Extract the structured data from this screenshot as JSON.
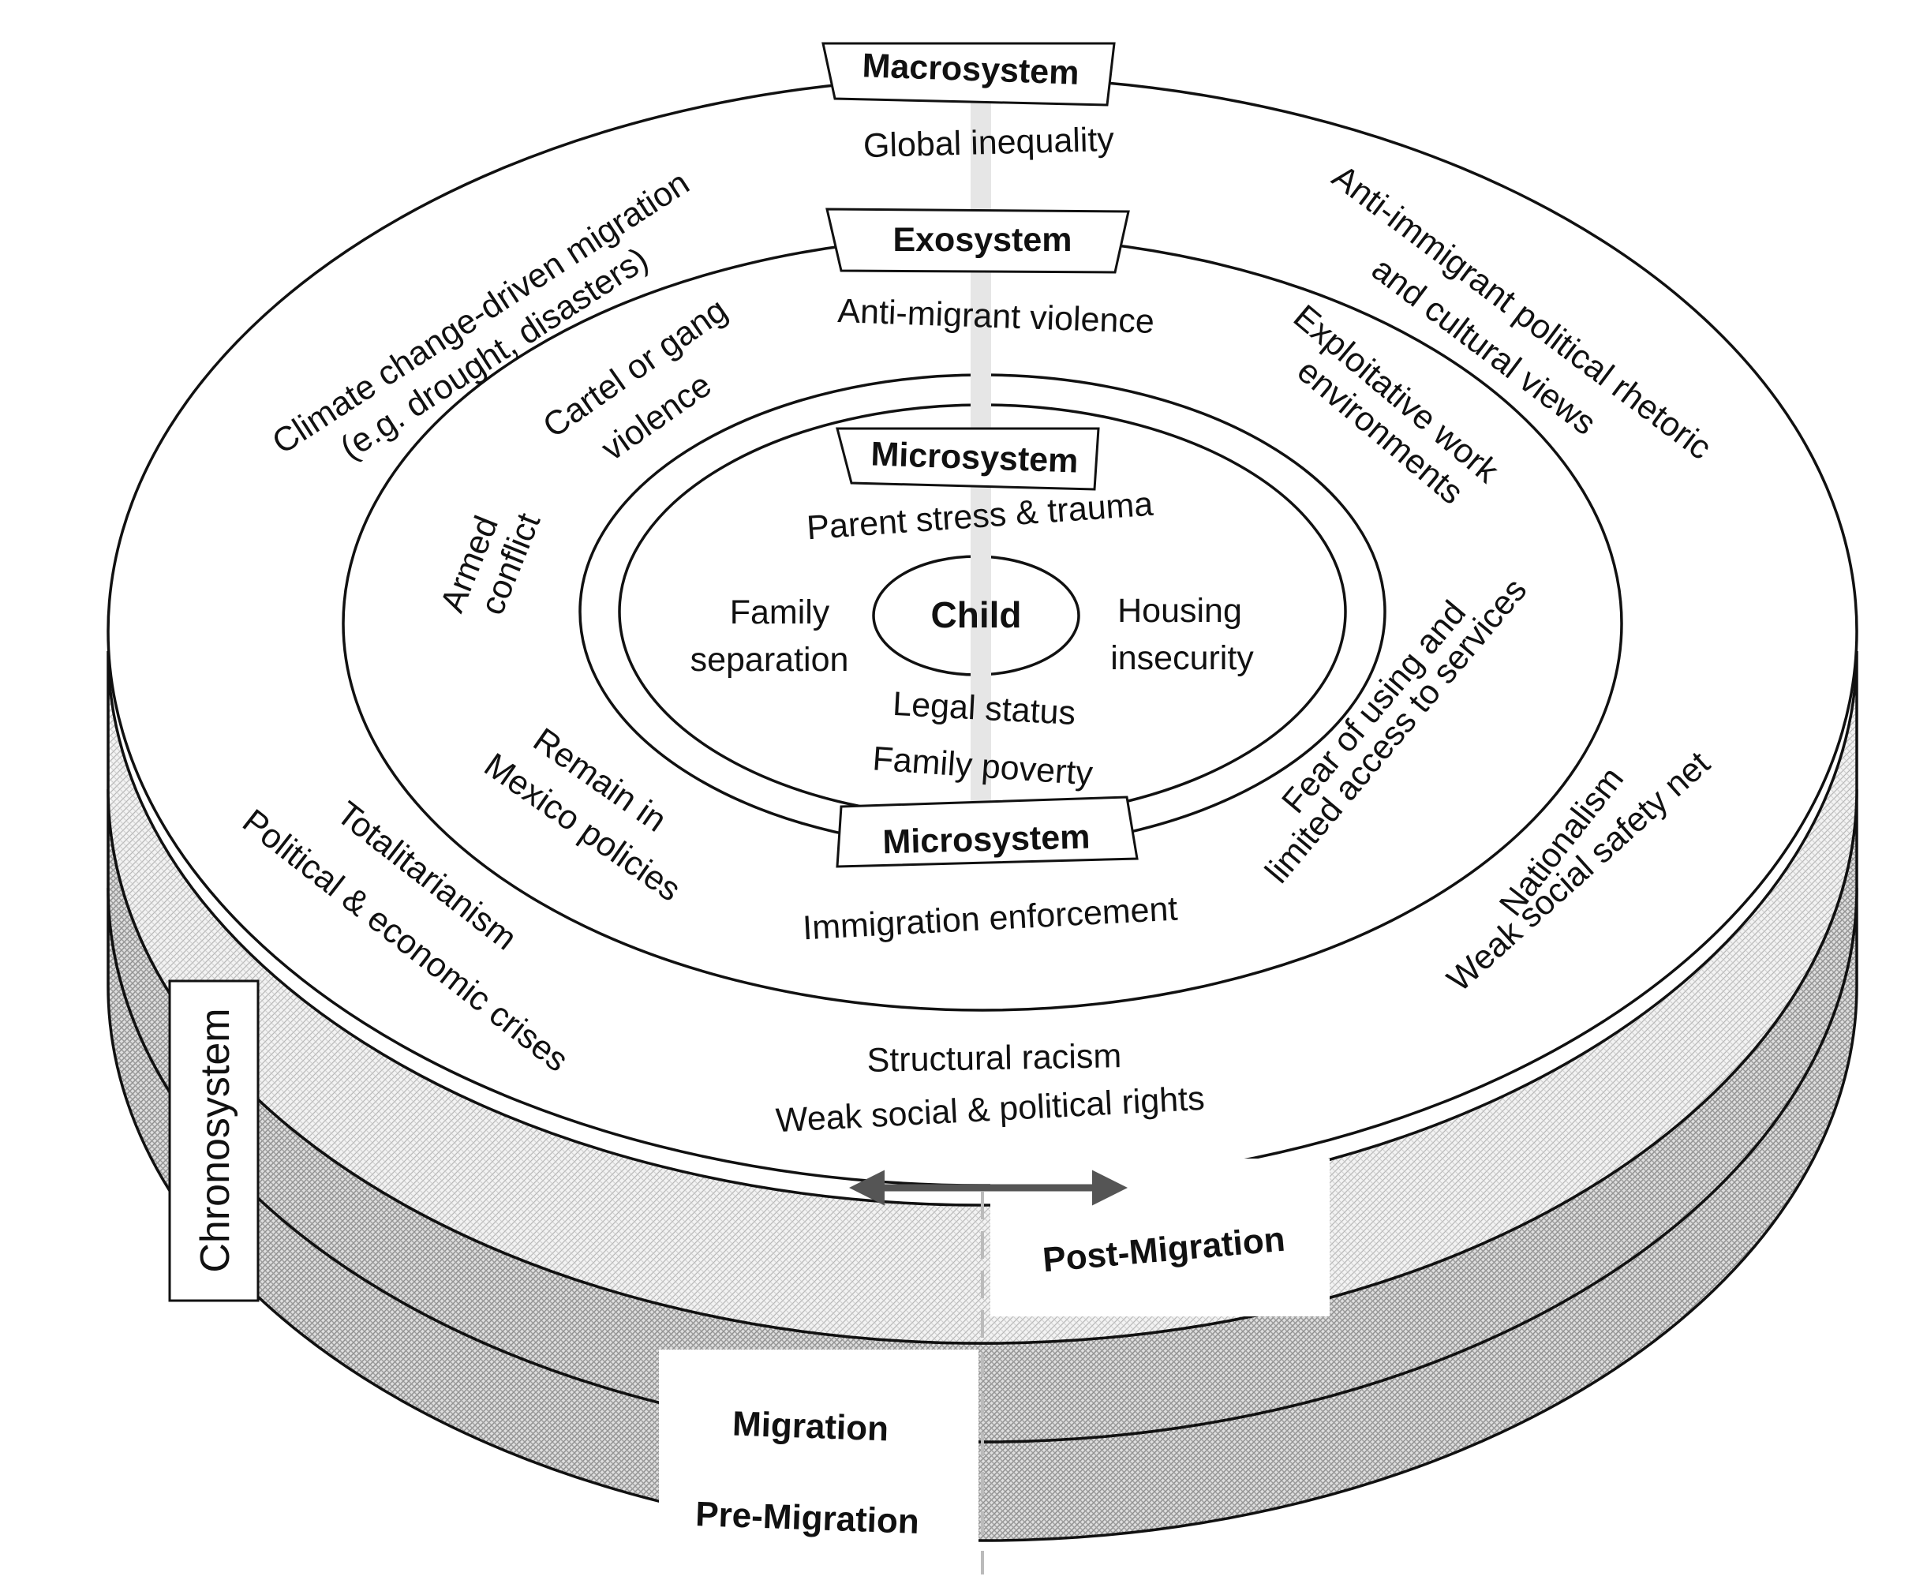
{
  "systems": {
    "macrosystem": "Macrosystem",
    "exosystem": "Exosystem",
    "microsystem_top": "Microsystem",
    "microsystem_bottom": "Microsystem",
    "chronosystem": "Chronosystem",
    "child": "Child"
  },
  "macro": {
    "global_inequality": "Global inequality",
    "climate_1": "Climate change-driven migration",
    "climate_2": "(e.g. drought, disasters)",
    "anti_immigrant_1": "Anti-immigrant political rhetoric",
    "anti_immigrant_2": "and cultural views",
    "totalitarianism": "Totalitarianism",
    "crises": "Political & economic crises",
    "nationalism": "Nationalism",
    "safety_net": "Weak social safety net",
    "structural_racism": "Structural racism",
    "weak_rights": "Weak social & political rights"
  },
  "exo": {
    "anti_migrant_violence": "Anti-migrant violence",
    "cartel_1": "Cartel or gang",
    "cartel_2": "violence",
    "exploitative_1": "Exploitative work",
    "exploitative_2": "environments",
    "armed_1": "Armed",
    "armed_2": "conflict",
    "remain_1": "Remain in",
    "remain_2": "Mexico policies",
    "fear_1": "Fear of using and",
    "fear_2": "limited access to services",
    "immigration_enforcement": "Immigration enforcement"
  },
  "micro": {
    "parent_stress": "Parent stress & trauma",
    "family_sep_1": "Family",
    "family_sep_2": "separation",
    "housing_1": "Housing",
    "housing_2": "insecurity",
    "legal_status": "Legal status",
    "family_poverty": "Family poverty"
  },
  "phases": {
    "post": "Post-Migration",
    "migration": "Migration",
    "pre": "Pre-Migration"
  },
  "colors": {
    "line": "#111111",
    "center_band": "#e6e6e6",
    "arrow": "#555555"
  }
}
